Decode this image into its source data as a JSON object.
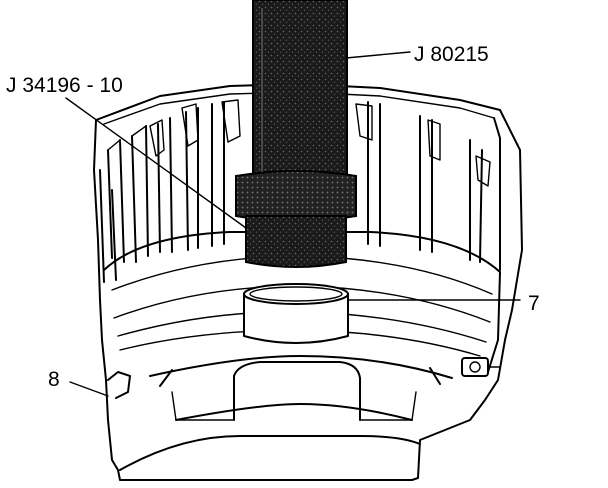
{
  "labels": {
    "tool_handle": "J 80215",
    "tool_installer": "J 34196 - 10",
    "bushing": "7",
    "housing": "8"
  }
}
